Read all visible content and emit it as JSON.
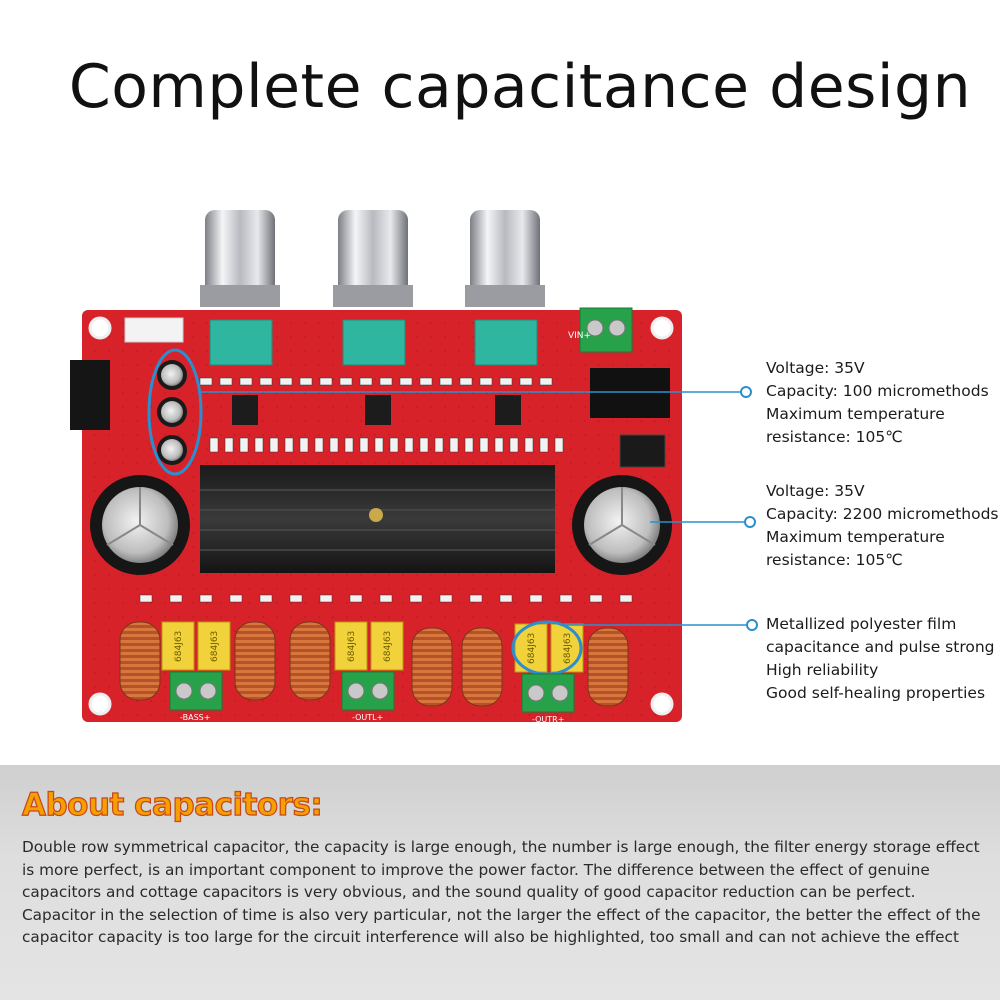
{
  "headline": "Complete capacitance design",
  "callouts": [
    {
      "lines": [
        "Voltage: 35V",
        "Capacity: 100 micromethods",
        "Maximum temperature",
        "resistance: 105℃"
      ]
    },
    {
      "lines": [
        "Voltage: 35V",
        "Capacity: 2200 micromethods",
        "Maximum temperature",
        "resistance: 105℃"
      ]
    },
    {
      "lines": [
        "Metallized polyester film",
        "capacitance and pulse strong",
        "High reliability",
        "Good self-healing properties"
      ]
    }
  ],
  "board_labels": {
    "bass": "-BASS+",
    "outl": "-OUTL+",
    "outr": "-OUTR+",
    "film_cap": "684J63",
    "vin": "VIN+"
  },
  "about": {
    "title": "About capacitors:",
    "body": "Double row symmetrical capacitor, the capacity is large enough, the number is large enough, the filter energy storage effect is more perfect, is an important component to improve the power factor. The difference between the effect of genuine capacitors and cottage capacitors is very obvious, and the sound quality of good capacitor reduction can be perfect. Capacitor in the selection of time is also very particular, not the larger the effect of the capacitor, the better the effect of the capacitor capacity is too large for the circuit interference will also be highlighted, too small and can not achieve the effect"
  },
  "colors": {
    "pcb": "#d8222a",
    "callout_line": "#2a8fd0",
    "about_title": "#f5a000"
  }
}
